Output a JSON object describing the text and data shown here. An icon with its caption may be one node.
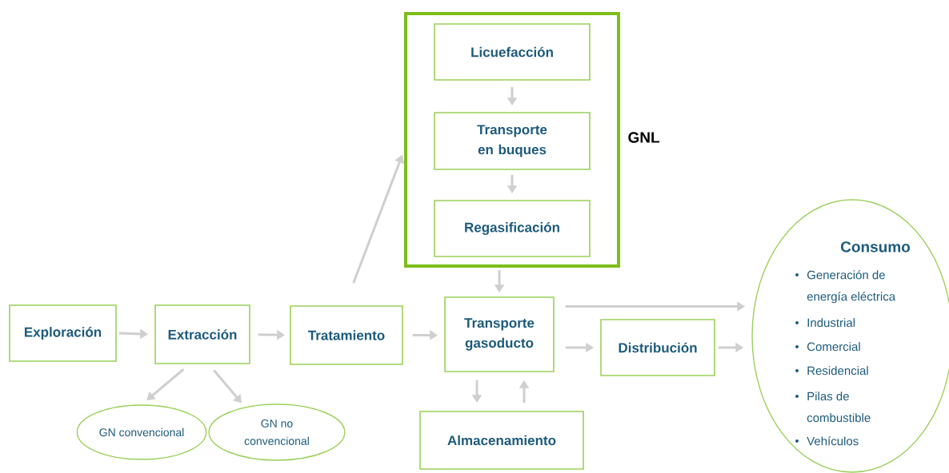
{
  "diagram": {
    "nodes": [
      {
        "text": [
          "GNL"
        ]
      },
      {
        "text": [
          "Licuefacción"
        ],
        "in": 0
      },
      {
        "text": [
          "Transporte en buques"
        ],
        "in": 0
      },
      {
        "text": [
          "Regasificación"
        ],
        "in": 0
      },
      {
        "text": [
          "Exploración"
        ]
      },
      {
        "text": [
          "Extracción"
        ]
      },
      {
        "text": [
          "Tratamiento"
        ]
      },
      {
        "text": [
          "Transporte gasoducto"
        ]
      },
      {
        "text": [
          "Distribución"
        ]
      },
      {
        "text": [
          "Consumo",
          "Generación de energía eléctrica",
          "Industrial",
          "Comercial",
          "Residencial",
          "Pilas de combustible",
          "Vehículos"
        ]
      },
      {
        "text": [
          "GN convencional"
        ]
      },
      {
        "text": [
          "GN no convencional"
        ]
      },
      {
        "text": [
          "Almacenamiento"
        ]
      }
    ],
    "edges": [
      {
        "from": 1,
        "to": 2,
        "arrow": "to"
      },
      {
        "from": 2,
        "to": 3,
        "arrow": "to"
      },
      {
        "from": 0,
        "to": 7,
        "arrow": "to"
      },
      {
        "from": 6,
        "to": 0,
        "arrow": "to"
      },
      {
        "from": 4,
        "to": 5,
        "arrow": "to"
      },
      {
        "from": 5,
        "to": 6,
        "arrow": "to"
      },
      {
        "from": 6,
        "to": 7,
        "arrow": "to"
      },
      {
        "from": 7,
        "to": 8,
        "arrow": "to"
      },
      {
        "from": 7,
        "to": 9,
        "arrow": "to"
      },
      {
        "from": 8,
        "to": 9,
        "arrow": "to"
      },
      {
        "from": 5,
        "to": 10,
        "arrow": "to"
      },
      {
        "from": 5,
        "to": 11,
        "arrow": "to"
      },
      {
        "from": 7,
        "to": 12,
        "arrow": "to"
      },
      {
        "from": 12,
        "to": 7,
        "arrow": "to"
      }
    ]
  }
}
